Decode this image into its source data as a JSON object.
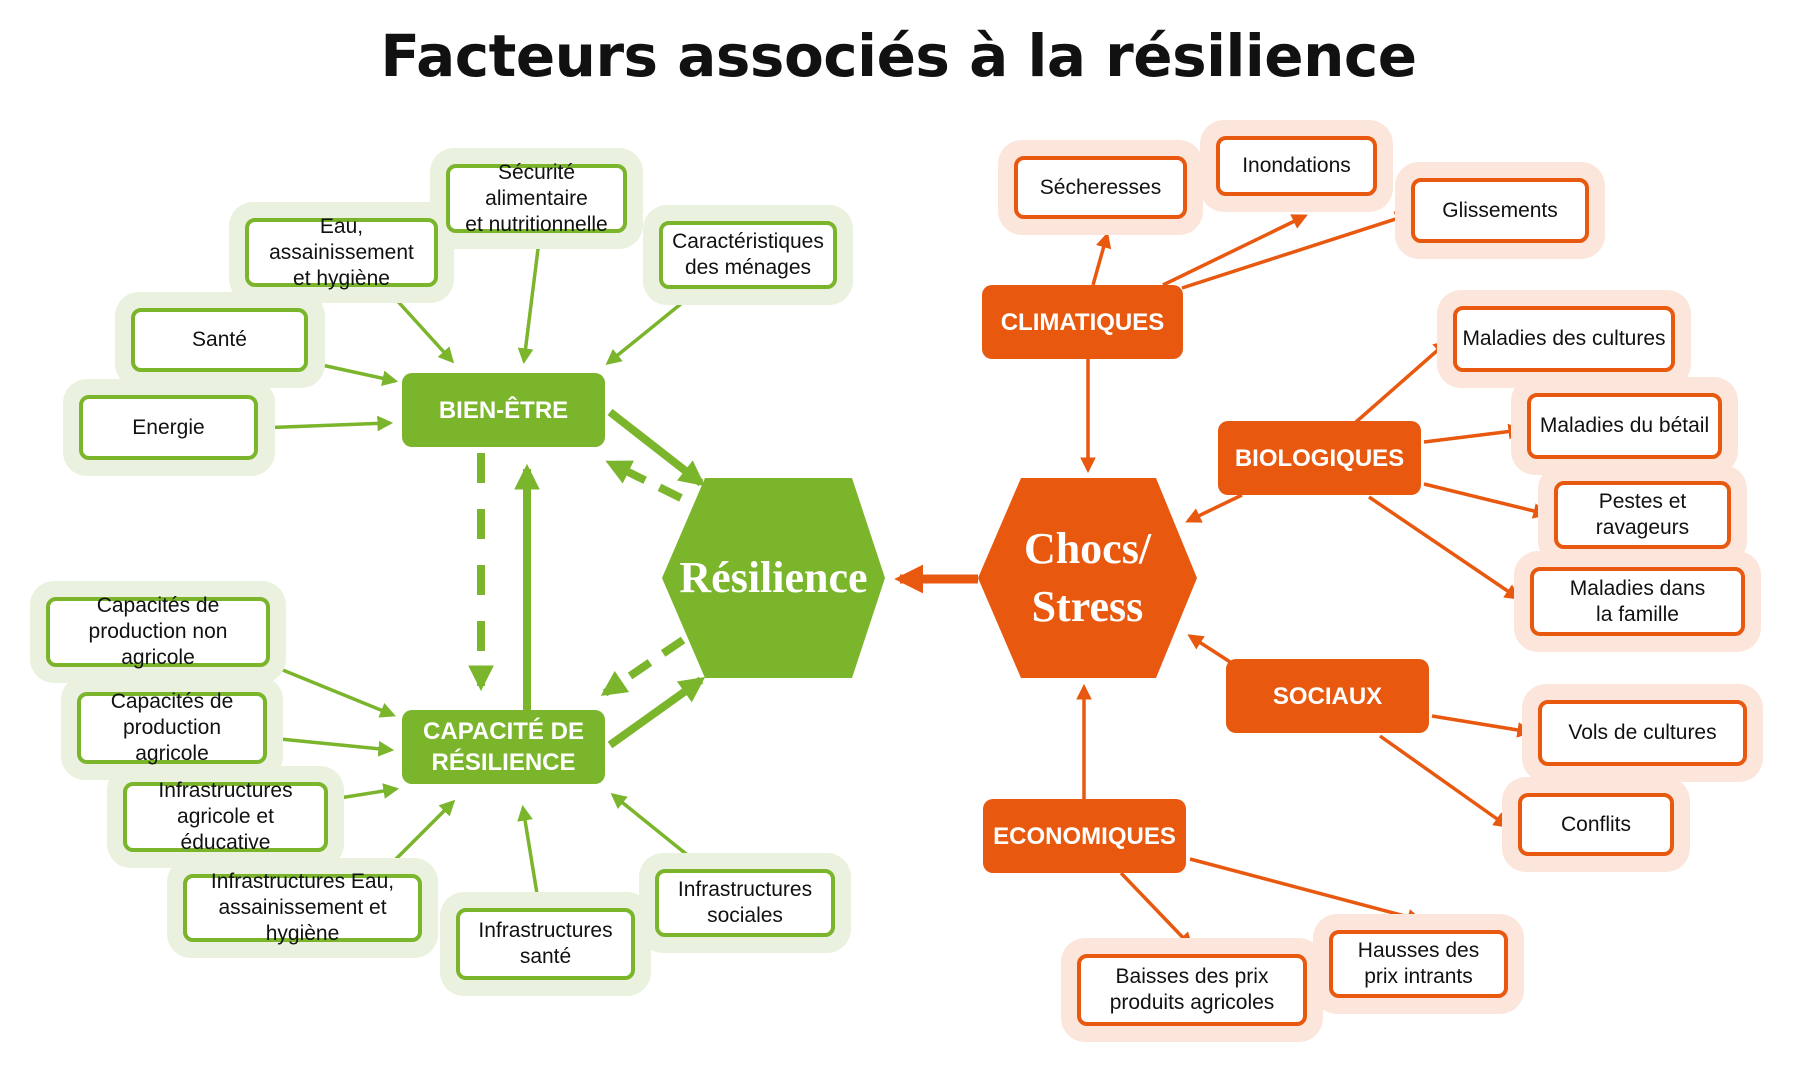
{
  "title": "Facteurs associés à la résilience",
  "colors": {
    "green": "#7bb52c",
    "orange": "#e8590f",
    "green_halo": "#eaf1de",
    "orange_halo": "#fce6dc"
  },
  "resilience": {
    "label": "Résilience",
    "categories": {
      "bien_etre": {
        "label": "BIEN-ÊTRE",
        "factors": [
          "Energie",
          "Santé",
          "Eau, assainissement\net hygiène",
          "Sécurité alimentaire\net nutritionnelle",
          "Caractéristiques\ndes ménages"
        ]
      },
      "capacite": {
        "label": "CAPACITÉ DE\nRÉSILIENCE",
        "factors": [
          "Capacités de\nproduction non agricole",
          "Capacités de\nproduction agricole",
          "Infrastructures\nagricole et éducative",
          "Infrastructures Eau,\nassainissement  et hygiène",
          "Infrastructures\nsanté",
          "Infrastructures\nsociales"
        ]
      }
    }
  },
  "chocs": {
    "label": "Chocs/\nStress",
    "categories": {
      "climatiques": {
        "label": "CLIMATIQUES",
        "factors": [
          "Sécheresses",
          "Inondations",
          "Glissements"
        ]
      },
      "biologiques": {
        "label": "BIOLOGIQUES",
        "factors": [
          "Maladies des cultures",
          "Maladies du bétail",
          "Pestes et\nravageurs",
          "Maladies dans\nla famille"
        ]
      },
      "sociaux": {
        "label": "SOCIAUX",
        "factors": [
          "Vols de cultures",
          "Conflits"
        ]
      },
      "economiques": {
        "label": "ECONOMIQUES",
        "factors": [
          "Baisses des prix\nproduits agricoles",
          "Hausses des\nprix intrants"
        ]
      }
    }
  }
}
